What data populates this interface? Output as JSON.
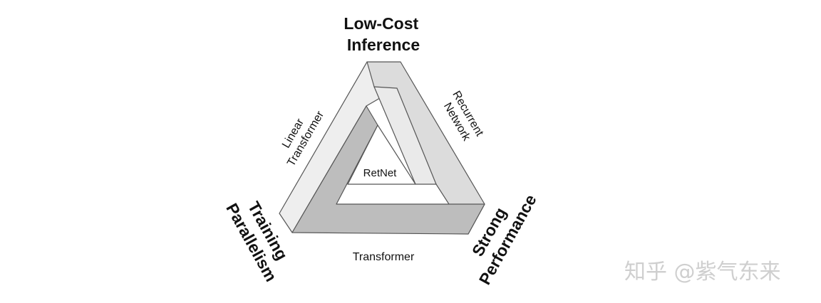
{
  "corners": {
    "top": [
      "Low-Cost",
      "Inference"
    ],
    "bottom_left": [
      "Training",
      "Parallelism"
    ],
    "bottom_right": [
      "Strong",
      "Performance"
    ]
  },
  "edges": {
    "left": [
      "Linear",
      "Transformer"
    ],
    "right": [
      "Recurrent",
      "Network"
    ],
    "bottom": "Transformer"
  },
  "center": "RetNet",
  "watermark": "知乎 @紫气东来",
  "colors": {
    "face_light": "#eeeeee",
    "face_mid": "#dcdcdc",
    "face_dark": "#bdbdbd",
    "outline": "#555555"
  }
}
